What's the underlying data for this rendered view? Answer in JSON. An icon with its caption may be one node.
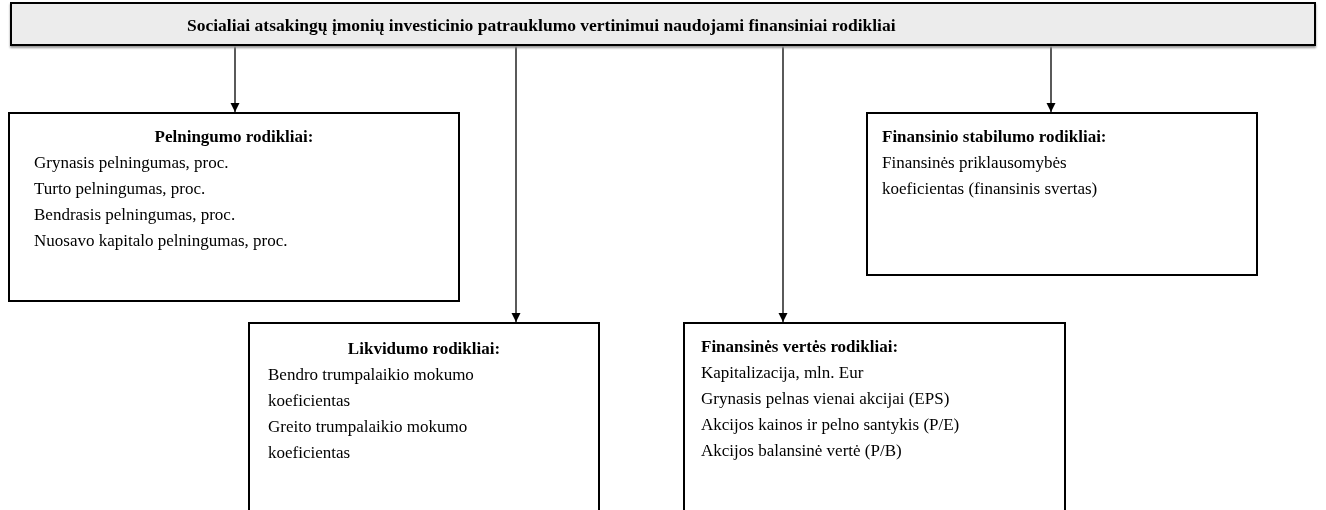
{
  "diagram": {
    "nodes": [
      {
        "text": [
          "Socialiai atsakingų įmonių investicinio  patrauklumo vertinimui naudojami  finansiniai rodikliai"
        ]
      },
      {
        "text": [
          "Pelningumo rodikliai:",
          "Grynasis pelningumas, proc.",
          "Turto pelningumas, proc.",
          "Bendrasis pelningumas, proc.",
          "Nuosavo kapitalo pelningumas, proc."
        ]
      },
      {
        "text": [
          "Likvidumo rodikliai:",
          "Bendro trumpalaikio mokumo koeficientas",
          "Greito trumpalaikio mokumo koeficientas"
        ]
      },
      {
        "text": [
          "Finansinės vertės rodikliai:",
          "Kapitalizacija, mln. Eur",
          "Grynasis pelnas vienai akcijai (EPS)",
          "Akcijos kainos ir pelno santykis (P/E)",
          "Akcijos balansinė vertė (P/B)"
        ]
      },
      {
        "text": [
          "Finansinio stabilumo rodikliai:",
          "Finansinės priklausomybės koeficientas (finansinis svertas)"
        ]
      }
    ],
    "edges": [
      {
        "from": 0,
        "to": 1,
        "arrow": "to"
      },
      {
        "from": 0,
        "to": 2,
        "arrow": "to"
      },
      {
        "from": 0,
        "to": 3,
        "arrow": "to"
      },
      {
        "from": 0,
        "to": 4,
        "arrow": "to"
      }
    ]
  }
}
